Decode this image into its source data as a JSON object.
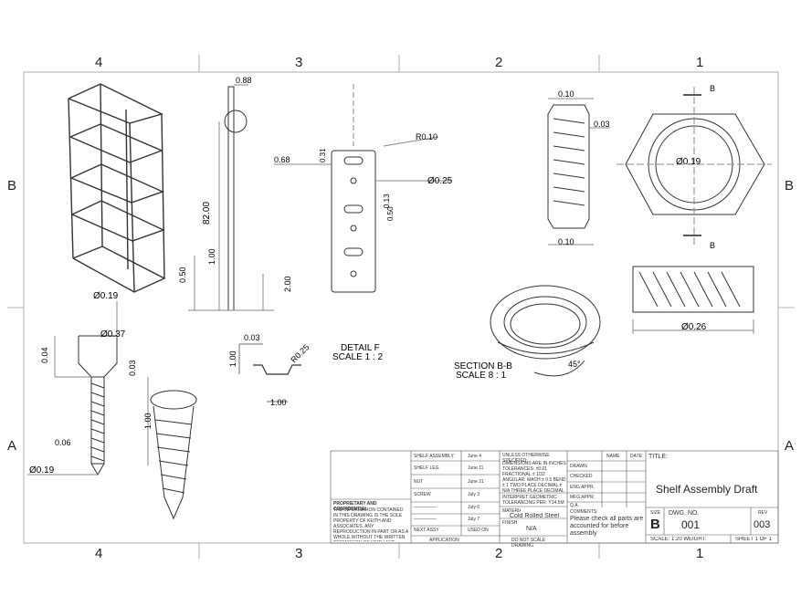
{
  "zones": {
    "columns": [
      "4",
      "3",
      "2",
      "1"
    ],
    "rows": [
      "B",
      "A"
    ]
  },
  "dimensions": {
    "detail_f": {
      "top": "0.88",
      "height": "82.00",
      "lower": "1.00",
      "base": "0.50",
      "offset": "2.00"
    },
    "plate": {
      "side": "0.68",
      "slot_h": "0.31",
      "radius": "R0.10",
      "hole": "Ø0.25",
      "pitch": "0.50",
      "gap": "0.13"
    },
    "screw": {
      "head_dia": "Ø0.19",
      "shank_dia": "Ø0.37",
      "head_h": "0.04",
      "taper": "0.03",
      "thread": "0.06",
      "tip_dia": "Ø0.19",
      "length": "1.00"
    },
    "clip": {
      "thick": "0.03",
      "height": "1.00",
      "radius": "R0.25",
      "width": "1.00"
    },
    "nut_section": {
      "top": "0.10",
      "side": "0.03",
      "bottom": "0.10"
    },
    "nut_front": {
      "dia": "Ø0.19",
      "cut": "B"
    },
    "nut_side": {
      "dia": "Ø0.26"
    },
    "angle": "45°"
  },
  "labels": {
    "detail_f": "DETAIL F",
    "detail_f_scale": "SCALE 1 : 2",
    "section_bb": "SECTION B-B",
    "section_bb_scale": "SCALE 8 : 1"
  },
  "bom": {
    "rows": [
      {
        "part": "SHELF ASSEMBLY",
        "date": "June 4"
      },
      {
        "part": "SHELF LEG",
        "date": "June 11"
      },
      {
        "part": "NUT",
        "date": "June 21"
      },
      {
        "part": "SCREW",
        "date": "July 3"
      },
      {
        "part": "―――――",
        "date": "July 6"
      },
      {
        "part": "―――――",
        "date": "July 7"
      },
      {
        "part": "NEXT ASSY",
        "date": "USED ON"
      }
    ],
    "application": "APPLICATION"
  },
  "proprietary": {
    "heading": "PROPRIETARY AND CONFIDENTIAL",
    "body": "THE INFORMATION CONTAINED IN THIS DRAWING IS THE SOLE PROPERTY OF KEITH AND ASSOCIATES. ANY REPRODUCTION IN PART OR AS A WHOLE WITHOUT THE WRITTEN PERMISSION OF KEITH AND ASSOCIATES IS PROHIBITED."
  },
  "spec": {
    "unless": "UNLESS OTHERWISE SPECIFIED:",
    "dims": "DIMENSIONS ARE IN INCHES TOLERANCES: ±0.01 FRACTIONAL ± 1/32 ANGULAR: MACH ± 0.5 BEND ± 1 TWO PLACE DECIMAL ± N/A THREE PLACE DECIMAL ± N/A",
    "interpret": "INTERPRET GEOMETRIC TOLERANCING PER: Y14.5M",
    "material_label": "MATERIAL",
    "material": "Cold Rolled Steel",
    "finish_label": "FINISH",
    "finish": "N/A",
    "do_not_scale": "DO NOT SCALE DRAWING"
  },
  "approvals": {
    "headers": [
      "NAME",
      "DATE"
    ],
    "rows": [
      "DRAWN",
      "CHECKED",
      "ENG APPR.",
      "MFG APPR.",
      "Q.A.",
      "COMMENTS:"
    ],
    "comment": "Please check all parts are accounted for before assembly"
  },
  "title_block": {
    "title_label": "TITLE:",
    "title": "Shelf Assembly Draft",
    "size_label": "SIZE",
    "size": "B",
    "dwg_label": "DWG. NO.",
    "dwg_no": "001",
    "rev_label": "REV",
    "rev": "003",
    "scale": "SCALE: 1:20 WEIGHT:",
    "sheet": "SHEET 1 OF 1"
  }
}
